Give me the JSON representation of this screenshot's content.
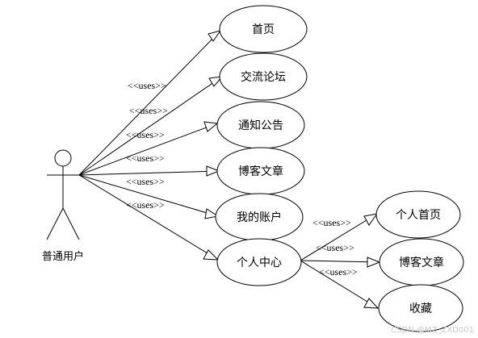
{
  "actor": {
    "label": "普通用户"
  },
  "use_cases": {
    "home": "首页",
    "forum": "交流论坛",
    "notice": "通知公告",
    "blog": "博客文章",
    "account": "我的账户",
    "center": "个人中心",
    "personal_home": "个人首页",
    "personal_blog": "博客文章",
    "favorites": "收藏"
  },
  "relation_label": "<<uses>>",
  "watermark": "CSDN @MZ_ZXD001"
}
